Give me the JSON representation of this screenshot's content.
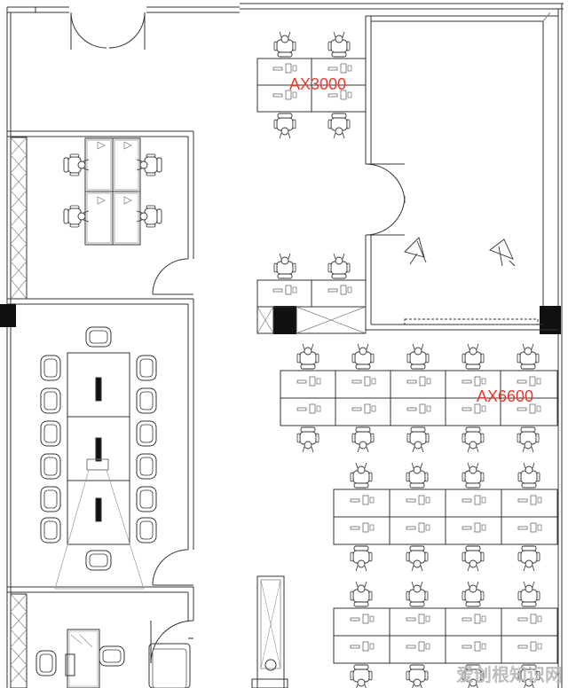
{
  "labels": {
    "zone_a": "AX3000",
    "zone_b": "AX6600"
  },
  "watermark": "爱创根知识网",
  "colors": {
    "line": "#333333",
    "label": "#e8392f",
    "column": "#111111"
  }
}
